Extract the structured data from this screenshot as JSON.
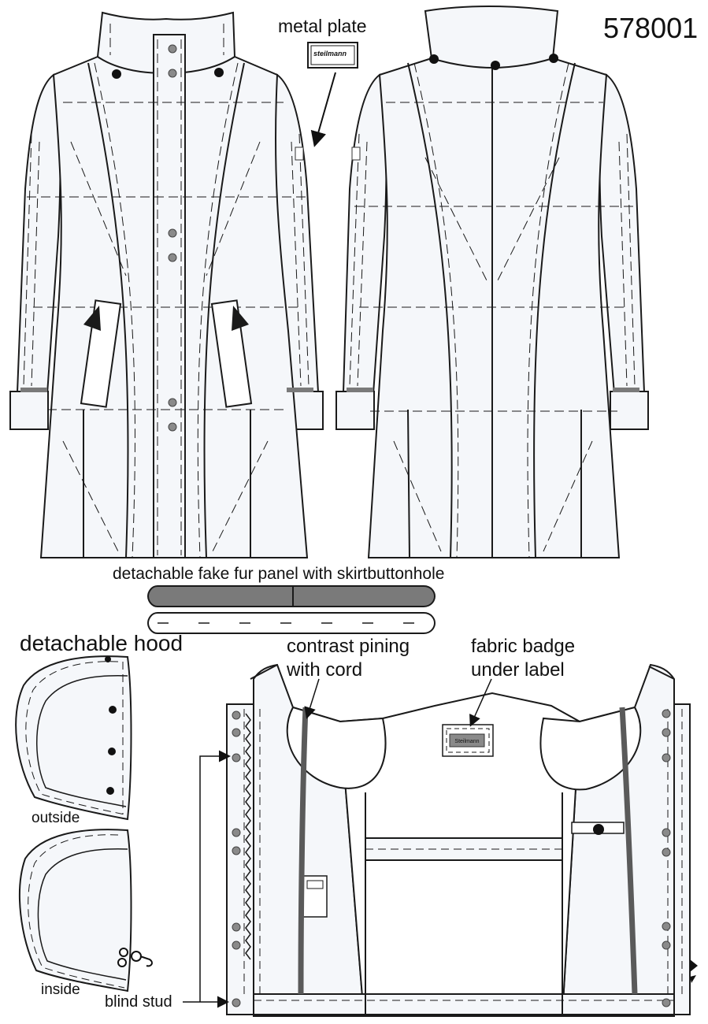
{
  "style_number": "578001",
  "labels": {
    "metal_plate": "metal plate",
    "plate_text": "steilmann",
    "fur_panel": "detachable fake fur panel with skirtbuttonhole",
    "hood_title": "detachable hood",
    "hood_outside": "outside",
    "hood_inside": "inside",
    "contrast_piping_line1": "contrast pining",
    "contrast_piping_line2": "with cord",
    "fabric_badge_line1": "fabric badge",
    "fabric_badge_line2": "under label",
    "badge_text": "Steilmann",
    "blind_stud": "blind stud"
  },
  "colors": {
    "outline": "#1a1a1a",
    "fill": "#f5f7fa",
    "fur": "#7a7a7a",
    "button": "#8a8a8a",
    "piping": "#5a5a5a"
  }
}
